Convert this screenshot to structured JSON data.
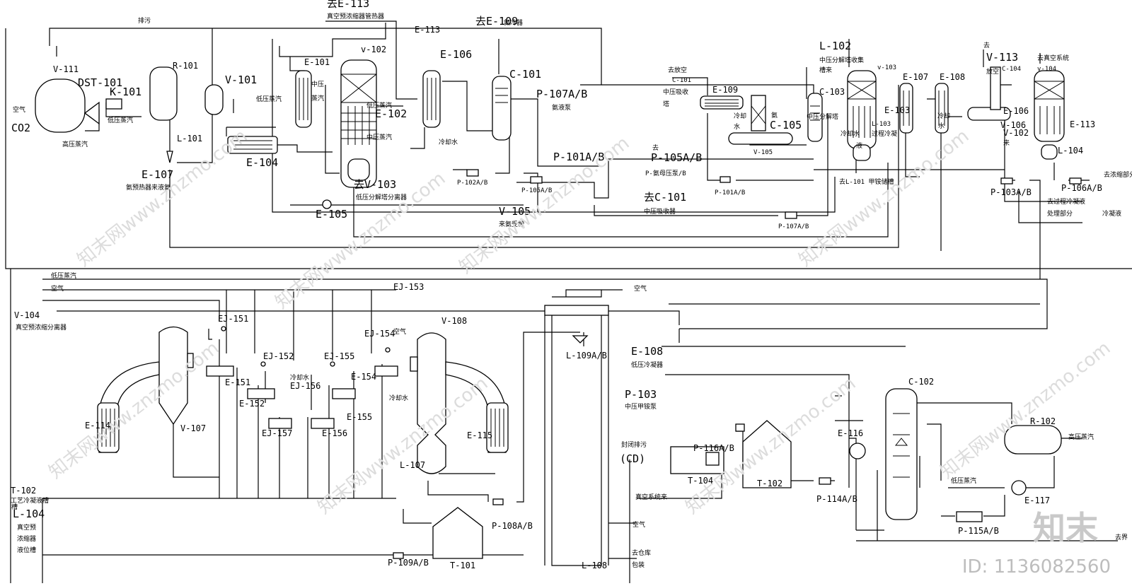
{
  "labels": [
    {
      "t": "排污",
      "c": "sm"
    },
    {
      "t": "V-111",
      "c": "md"
    },
    {
      "t": "DST-101",
      "c": "lg"
    },
    {
      "t": "K-101",
      "c": "lg"
    },
    {
      "t": "空气",
      "c": "sm"
    },
    {
      "t": "CO2",
      "c": "lg"
    },
    {
      "t": "高压蒸汽",
      "c": "sm"
    },
    {
      "t": "低压蒸汽",
      "c": "sm"
    },
    {
      "t": "R-101",
      "c": "md"
    },
    {
      "t": "L-101",
      "c": "md"
    },
    {
      "t": "E-107",
      "c": "lg"
    },
    {
      "t": "氨预热器来液氨",
      "c": "sm"
    },
    {
      "t": "V-101",
      "c": "lg"
    },
    {
      "t": "低压蒸汽",
      "c": "sm"
    },
    {
      "t": "E-104",
      "c": "lg"
    },
    {
      "t": "E-101",
      "c": "md"
    },
    {
      "t": "中压",
      "c": "sm"
    },
    {
      "t": "蒸汽",
      "c": "sm"
    },
    {
      "t": "去E-113",
      "c": "lg"
    },
    {
      "t": "真空预浓缩器管热器",
      "c": "sm"
    },
    {
      "t": "v-102",
      "c": "md"
    },
    {
      "t": "低压蒸汽",
      "c": "sm"
    },
    {
      "t": "E-102",
      "c": "lg"
    },
    {
      "t": "中压蒸汽",
      "c": "sm"
    },
    {
      "t": "去V-103",
      "c": "lg"
    },
    {
      "t": "低压分解塔分离器",
      "c": "sm"
    },
    {
      "t": "E-105",
      "c": "lg"
    },
    {
      "t": "E-113",
      "c": "md"
    },
    {
      "t": "去E-109",
      "c": "lg"
    },
    {
      "t": "氨冷器",
      "c": "sm"
    },
    {
      "t": "E-106",
      "c": "lg"
    },
    {
      "t": "冷却水",
      "c": "sm"
    },
    {
      "t": "C-101",
      "c": "lg"
    },
    {
      "t": "P-107A/B",
      "c": "lg"
    },
    {
      "t": "氨液泵",
      "c": "sm"
    },
    {
      "t": "P-102A/B",
      "c": "sm"
    },
    {
      "t": "P-105A/B",
      "c": "sm"
    },
    {
      "t": "P-101A/B",
      "c": "lg"
    },
    {
      "t": "V-105",
      "c": "lg"
    },
    {
      "t": "来氨受槽",
      "c": "sm"
    },
    {
      "t": "去放空",
      "c": "sm"
    },
    {
      "t": "C-101",
      "c": "sm"
    },
    {
      "t": "中压吸收",
      "c": "sm"
    },
    {
      "t": "塔",
      "c": "sm"
    },
    {
      "t": "E-109",
      "c": "md"
    },
    {
      "t": "冷却",
      "c": "sm"
    },
    {
      "t": "水",
      "c": "sm"
    },
    {
      "t": "氨",
      "c": "sm"
    },
    {
      "t": "C-105",
      "c": "lg"
    },
    {
      "t": "V-105",
      "c": "sm"
    },
    {
      "t": "去",
      "c": "sm"
    },
    {
      "t": "P-105A/B",
      "c": "lg"
    },
    {
      "t": "P-氨母压泵/B",
      "c": "sm"
    },
    {
      "t": "P-101A/B",
      "c": "sm"
    },
    {
      "t": "去C-101",
      "c": "lg"
    },
    {
      "t": "中压吸收器",
      "c": "sm"
    },
    {
      "t": "P-107A/B",
      "c": "sm"
    },
    {
      "t": "C-103",
      "c": "md"
    },
    {
      "t": "中压分解塔",
      "c": "sm"
    },
    {
      "t": "L-102",
      "c": "lg"
    },
    {
      "t": "中压分解塔收集",
      "c": "sm"
    },
    {
      "t": "槽来",
      "c": "sm"
    },
    {
      "t": "v-103",
      "c": "sm"
    },
    {
      "t": "E-103",
      "c": "md"
    },
    {
      "t": "冷却水",
      "c": "sm"
    },
    {
      "t": "L-103",
      "c": "sm"
    },
    {
      "t": "过程冷凝",
      "c": "sm"
    },
    {
      "t": "液",
      "c": "sm"
    },
    {
      "t": "去L-101 甲铵储槽",
      "c": "sm"
    },
    {
      "t": "E-107",
      "c": "md"
    },
    {
      "t": "E-108",
      "c": "md"
    },
    {
      "t": "冷却",
      "c": "sm"
    },
    {
      "t": "水",
      "c": "sm"
    },
    {
      "t": "去",
      "c": "sm"
    },
    {
      "t": "V-113",
      "c": "lg"
    },
    {
      "t": "放空",
      "c": "sm"
    },
    {
      "t": "C-104",
      "c": "sm"
    },
    {
      "t": "E-106",
      "c": "md"
    },
    {
      "t": "V-106",
      "c": "md"
    },
    {
      "t": "V-102",
      "c": "md"
    },
    {
      "t": "来",
      "c": "sm"
    },
    {
      "t": "去真空系统",
      "c": "sm"
    },
    {
      "t": "v-104",
      "c": "sm"
    },
    {
      "t": "E-113",
      "c": "md"
    },
    {
      "t": "L-104",
      "c": "md"
    },
    {
      "t": "去浓缩部分",
      "c": "sm"
    },
    {
      "t": "P-103A/B",
      "c": "md"
    },
    {
      "t": "P-106A/B",
      "c": "md"
    },
    {
      "t": "去过程冷凝液",
      "c": "sm"
    },
    {
      "t": "处理部分",
      "c": "sm"
    },
    {
      "t": "冷凝液",
      "c": "sm"
    },
    {
      "t": "低压蒸汽",
      "c": "sm"
    },
    {
      "t": "空气",
      "c": "sm"
    },
    {
      "t": "EJ-153",
      "c": "md"
    },
    {
      "t": "V-104",
      "c": "md"
    },
    {
      "t": "真空预浓缩分离器",
      "c": "sm"
    },
    {
      "t": "EJ-151",
      "c": "md"
    },
    {
      "t": "EJ-152",
      "c": "md"
    },
    {
      "t": "EJ-155",
      "c": "md"
    },
    {
      "t": "EJ-154",
      "c": "md"
    },
    {
      "t": "空气",
      "c": "sm"
    },
    {
      "t": "V-108",
      "c": "md"
    },
    {
      "t": "E-151",
      "c": "md"
    },
    {
      "t": "冷却水",
      "c": "sm"
    },
    {
      "t": "EJ-156",
      "c": "md"
    },
    {
      "t": "E-152",
      "c": "md"
    },
    {
      "t": "E-154",
      "c": "md"
    },
    {
      "t": "冷却水",
      "c": "sm"
    },
    {
      "t": "E-155",
      "c": "md"
    },
    {
      "t": "EJ-157",
      "c": "md"
    },
    {
      "t": "E-156",
      "c": "md"
    },
    {
      "t": "E-114",
      "c": "md"
    },
    {
      "t": "V-107",
      "c": "md"
    },
    {
      "t": "E-115",
      "c": "md"
    },
    {
      "t": "L-107",
      "c": "md"
    },
    {
      "t": "T-102",
      "c": "md"
    },
    {
      "t": "工艺冷凝液槽",
      "c": "sm"
    },
    {
      "t": "槽",
      "c": "sm"
    },
    {
      "t": "L-104",
      "c": "lg"
    },
    {
      "t": "真空预",
      "c": "sm"
    },
    {
      "t": "浓缩器",
      "c": "sm"
    },
    {
      "t": "液位槽",
      "c": "sm"
    },
    {
      "t": "P-108A/B",
      "c": "md"
    },
    {
      "t": "P-109A/B",
      "c": "md"
    },
    {
      "t": "T-101",
      "c": "md"
    },
    {
      "t": "空气",
      "c": "sm"
    },
    {
      "t": "L-109A/B",
      "c": "md"
    },
    {
      "t": "P-103",
      "c": "lg"
    },
    {
      "t": "中压甲铵泵",
      "c": "sm"
    },
    {
      "t": "L-108",
      "c": "md"
    },
    {
      "t": "去仓库",
      "c": "sm"
    },
    {
      "t": "包装",
      "c": "sm"
    },
    {
      "t": "空气",
      "c": "sm"
    },
    {
      "t": "E-108",
      "c": "lg"
    },
    {
      "t": "低压冷凝器",
      "c": "sm"
    },
    {
      "t": "封闭排污",
      "c": "sm"
    },
    {
      "t": "(CD)",
      "c": "lg"
    },
    {
      "t": "P-116A/B",
      "c": "md"
    },
    {
      "t": "T-104",
      "c": "md"
    },
    {
      "t": "T-102",
      "c": "md"
    },
    {
      "t": "真空系统来",
      "c": "sm"
    },
    {
      "t": "P-114A/B",
      "c": "md"
    },
    {
      "t": "C-102",
      "c": "md"
    },
    {
      "t": "E-116",
      "c": "md"
    },
    {
      "t": "R-102",
      "c": "md"
    },
    {
      "t": "高压蒸汽",
      "c": "sm"
    },
    {
      "t": "低压蒸汽",
      "c": "sm"
    },
    {
      "t": "E-117",
      "c": "md"
    },
    {
      "t": "P-115A/B",
      "c": "md"
    },
    {
      "t": "去界",
      "c": "sm"
    }
  ],
  "watermarks": [
    {
      "t": "知末网www.znzmo.com"
    },
    {
      "t": "知末网www.znzmo.com"
    },
    {
      "t": "知末网www.znzmo.com"
    },
    {
      "t": "知末网www.znzmo.com"
    },
    {
      "t": "知末网www.znzmo.com"
    },
    {
      "t": "知末网www.znzmo.com"
    },
    {
      "t": "知末网www.znzmo.com"
    },
    {
      "t": "知末网www.znzmo.com"
    }
  ],
  "brand": "知末",
  "image_id": "ID: 1136082560"
}
